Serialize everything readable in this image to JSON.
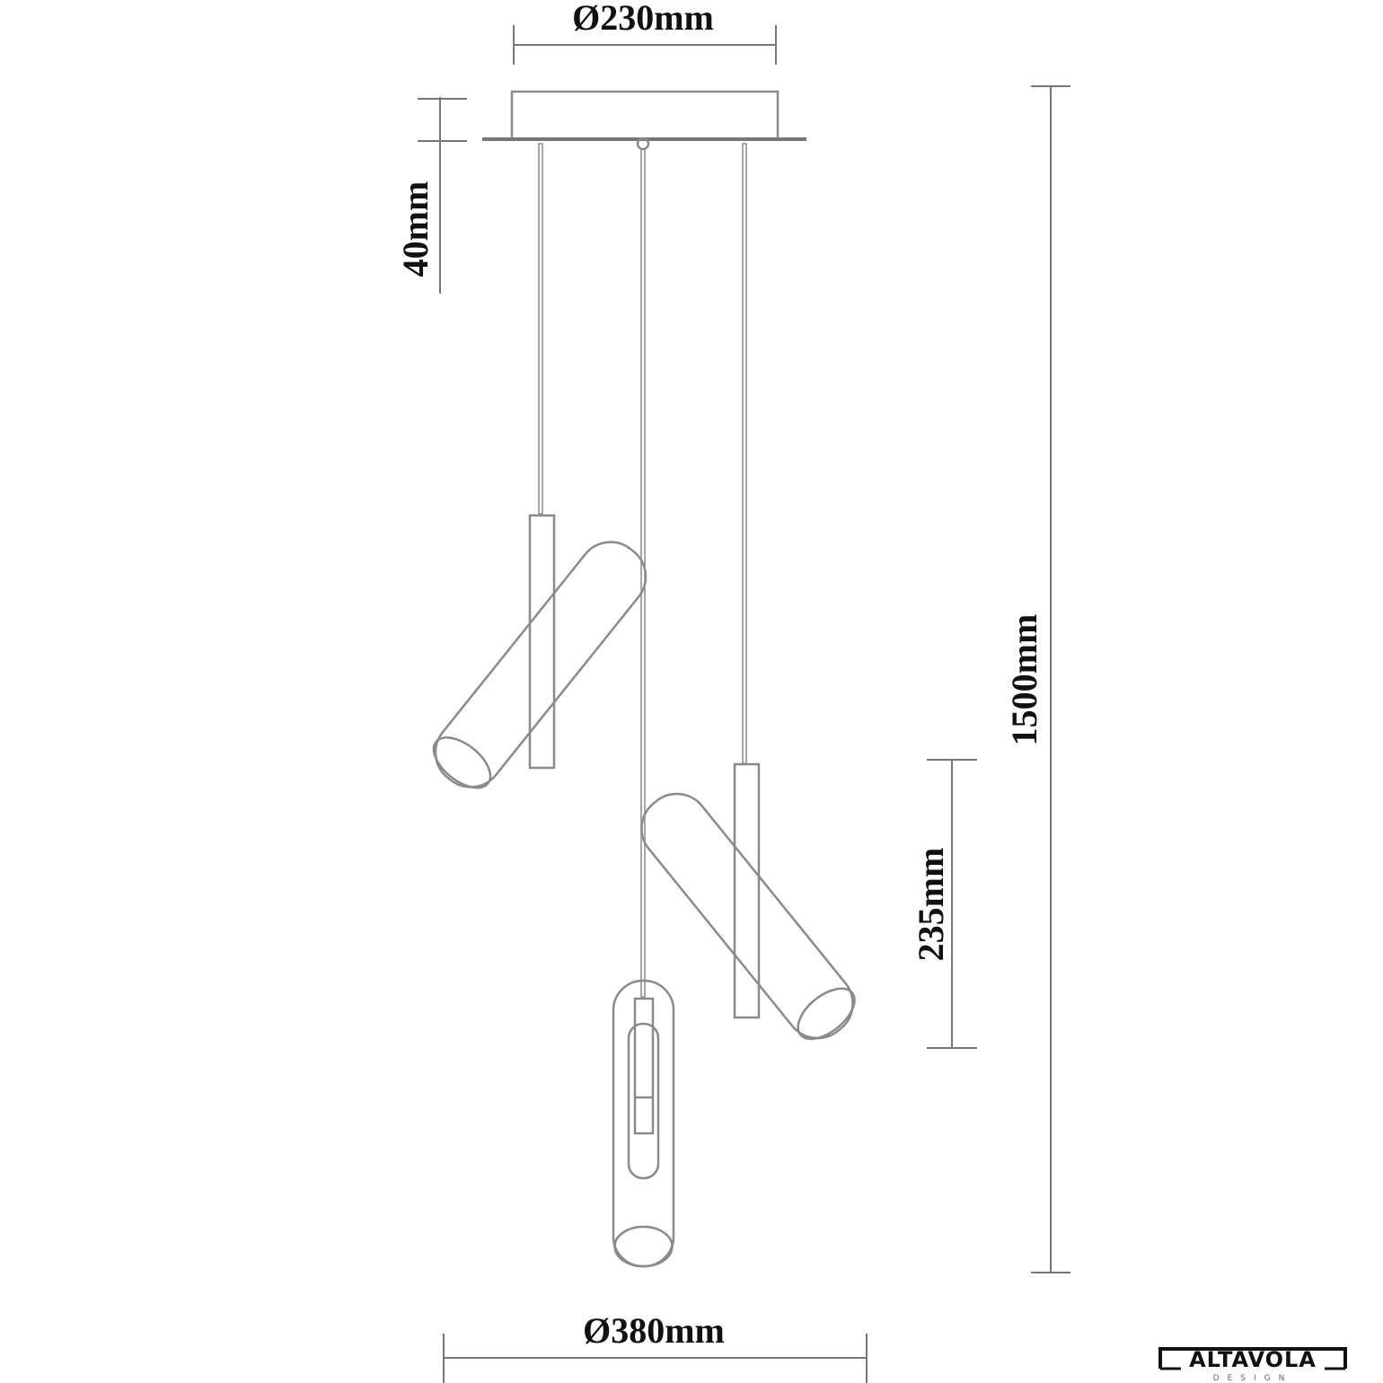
{
  "dimensions": {
    "canopy_diameter": "Ø230mm",
    "canopy_height": "40mm",
    "total_height": "1500mm",
    "shade_length": "235mm",
    "overall_diameter": "Ø380mm"
  },
  "logo": {
    "brand": "ALTAVOLA",
    "sub": "DESIGN"
  },
  "colors": {
    "line": "#8a8a8a",
    "text": "#111111"
  }
}
